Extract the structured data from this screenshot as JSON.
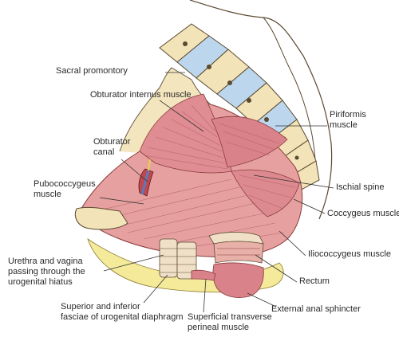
{
  "figure": {
    "colors": {
      "muscle": "#e6a0a0",
      "muscle_dark": "#c0474f",
      "bone": "#f2e3b8",
      "bone_outline": "#5a4a30",
      "cartilage": "#bcd6ee",
      "fat": "#f4ea9a",
      "leader": "#333333",
      "background": "#ffffff"
    },
    "labels": {
      "sacral_promontory": "Sacral promontory",
      "obturator_internus": "Obturator internus muscle",
      "piriformis": "Piriformis\nmuscle",
      "obturator_canal": "Obturator\ncanal",
      "pubococcygeus": "Pubococcygeus\nmuscle",
      "ischial_spine": "Ischial spine",
      "coccygeus": "Coccygeus muscle",
      "iliococcygeus": "Iliococcygeus muscle",
      "urethra_vagina": "Urethra and vagina\npassing through the\nurogenital hiatus",
      "rectum": "Rectum",
      "fasciae": "Superior and inferior\nfasciae of urogenital diaphragm",
      "transverse_perineal": "Superficial transverse\nperineal muscle",
      "external_anal_sphincter": "External anal sphincter"
    }
  }
}
